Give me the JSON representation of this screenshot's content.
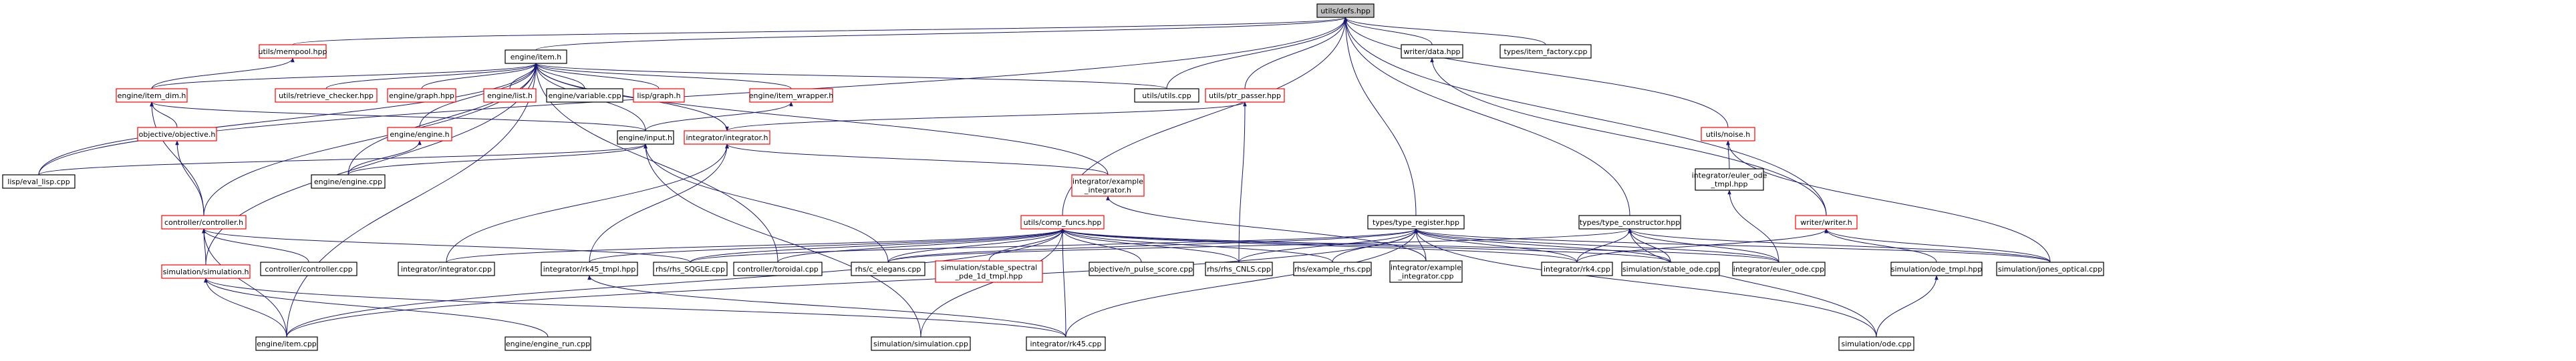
{
  "colors": {
    "edge": "#191970",
    "node_border_missing": "#ff0000",
    "node_border_normal": "#000000",
    "root_fill": "#bfbfbf",
    "node_fill": "#ffffff",
    "text": "#000000"
  },
  "nodes": [
    {
      "id": "defs",
      "label": "utils/defs.hpp",
      "kind": "root"
    },
    {
      "id": "mempool",
      "label": "utils/mempool.hpp",
      "kind": "missing"
    },
    {
      "id": "item_h",
      "label": "engine/item.h",
      "kind": "normal"
    },
    {
      "id": "writer_data",
      "label": "writer/data.hpp",
      "kind": "normal"
    },
    {
      "id": "item_factory",
      "label": "types/item_factory.cpp",
      "kind": "normal"
    },
    {
      "id": "item_dim",
      "label": "engine/item_dim.h",
      "kind": "missing"
    },
    {
      "id": "retrieve_checker",
      "label": "utils/retrieve_checker.hpp",
      "kind": "missing"
    },
    {
      "id": "graph_hpp",
      "label": "engine/graph.hpp",
      "kind": "missing"
    },
    {
      "id": "list_h",
      "label": "engine/list.h",
      "kind": "missing"
    },
    {
      "id": "variable_cpp",
      "label": "engine/variable.cpp",
      "kind": "normal"
    },
    {
      "id": "lisp_graph",
      "label": "lisp/graph.h",
      "kind": "missing"
    },
    {
      "id": "item_wrapper",
      "label": "engine/item_wrapper.h",
      "kind": "missing"
    },
    {
      "id": "utils_cpp",
      "label": "utils/utils.cpp",
      "kind": "normal"
    },
    {
      "id": "ptr_passer",
      "label": "utils/ptr_passer.hpp",
      "kind": "missing"
    },
    {
      "id": "noise",
      "label": "utils/noise.h",
      "kind": "missing"
    },
    {
      "id": "objective",
      "label": "objective/objective.h",
      "kind": "missing"
    },
    {
      "id": "engine_h",
      "label": "engine/engine.h",
      "kind": "missing"
    },
    {
      "id": "input_h",
      "label": "engine/input.h",
      "kind": "normal"
    },
    {
      "id": "integrator_h",
      "label": "integrator/integrator.h",
      "kind": "missing"
    },
    {
      "id": "eval_lisp",
      "label": "lisp/eval_lisp.cpp",
      "kind": "normal"
    },
    {
      "id": "engine_cpp",
      "label": "engine/engine.cpp",
      "kind": "normal"
    },
    {
      "id": "controller_h",
      "label": "controller/controller.h",
      "kind": "missing"
    },
    {
      "id": "comp_funcs",
      "label": "utils/comp_funcs.hpp",
      "kind": "missing"
    },
    {
      "id": "integ_example",
      "label": "integrator/example\n_integrator.h",
      "kind": "missing"
    },
    {
      "id": "type_register",
      "label": "types/type_register.hpp",
      "kind": "normal"
    },
    {
      "id": "type_constructor",
      "label": "types/type_constructor.hpp",
      "kind": "normal"
    },
    {
      "id": "euler_ode_tmpl",
      "label": "integrator/euler_ode\n_tmpl.hpp",
      "kind": "normal"
    },
    {
      "id": "writer_h",
      "label": "writer/writer.h",
      "kind": "missing"
    },
    {
      "id": "simulation_h",
      "label": "simulation/simulation.h",
      "kind": "missing"
    },
    {
      "id": "controller_cpp",
      "label": "controller/controller.cpp",
      "kind": "normal"
    },
    {
      "id": "integrator_cpp",
      "label": "integrator/integrator.cpp",
      "kind": "normal"
    },
    {
      "id": "rk45_tmpl",
      "label": "integrator/rk45_tmpl.hpp",
      "kind": "normal"
    },
    {
      "id": "rhs_sqgle",
      "label": "rhs/rhs_SQGLE.cpp",
      "kind": "normal"
    },
    {
      "id": "toroidal",
      "label": "controller/toroidal.cpp",
      "kind": "normal"
    },
    {
      "id": "c_elegans",
      "label": "rhs/c_elegans.cpp",
      "kind": "normal"
    },
    {
      "id": "stable_spectral",
      "label": "simulation/stable_spectral\n_pde_1d_tmpl.hpp",
      "kind": "missing"
    },
    {
      "id": "n_pulse",
      "label": "objective/n_pulse_score.cpp",
      "kind": "normal"
    },
    {
      "id": "rhs_cnls",
      "label": "rhs/rhs_CNLS.cpp",
      "kind": "normal"
    },
    {
      "id": "example_rhs",
      "label": "rhs/example_rhs.cpp",
      "kind": "normal"
    },
    {
      "id": "example_integ_cpp",
      "label": "integrator/example\n_integrator.cpp",
      "kind": "normal"
    },
    {
      "id": "rk4_cpp",
      "label": "integrator/rk4.cpp",
      "kind": "normal"
    },
    {
      "id": "stable_ode",
      "label": "simulation/stable_ode.cpp",
      "kind": "normal"
    },
    {
      "id": "euler_ode",
      "label": "integrator/euler_ode.cpp",
      "kind": "normal"
    },
    {
      "id": "ode_tmpl",
      "label": "simulation/ode_tmpl.hpp",
      "kind": "normal"
    },
    {
      "id": "jones",
      "label": "simulation/jones_optical.cpp",
      "kind": "normal"
    },
    {
      "id": "item_cpp",
      "label": "engine/item.cpp",
      "kind": "normal"
    },
    {
      "id": "engine_run",
      "label": "engine/engine_run.cpp",
      "kind": "normal"
    },
    {
      "id": "simulation_cpp",
      "label": "simulation/simulation.cpp",
      "kind": "normal"
    },
    {
      "id": "rk45_cpp",
      "label": "integrator/rk45.cpp",
      "kind": "normal"
    },
    {
      "id": "ode_cpp",
      "label": "simulation/ode.cpp",
      "kind": "normal"
    }
  ],
  "edges": [
    [
      "mempool",
      "defs"
    ],
    [
      "item_h",
      "defs"
    ],
    [
      "writer_data",
      "defs"
    ],
    [
      "item_factory",
      "defs"
    ],
    [
      "utils_cpp",
      "defs"
    ],
    [
      "ptr_passer",
      "defs"
    ],
    [
      "noise",
      "defs"
    ],
    [
      "comp_funcs",
      "defs"
    ],
    [
      "type_register",
      "defs"
    ],
    [
      "type_constructor",
      "defs"
    ],
    [
      "writer_h",
      "defs"
    ],
    [
      "eval_lisp",
      "defs"
    ],
    [
      "item_dim",
      "mempool"
    ],
    [
      "item_dim",
      "item_h"
    ],
    [
      "retrieve_checker",
      "item_h"
    ],
    [
      "graph_hpp",
      "item_h"
    ],
    [
      "list_h",
      "item_h"
    ],
    [
      "variable_cpp",
      "item_h"
    ],
    [
      "lisp_graph",
      "item_h"
    ],
    [
      "item_wrapper",
      "item_h"
    ],
    [
      "utils_cpp",
      "item_h"
    ],
    [
      "engine_h",
      "item_h"
    ],
    [
      "input_h",
      "item_h"
    ],
    [
      "integrator_h",
      "item_h"
    ],
    [
      "eval_lisp",
      "item_h"
    ],
    [
      "controller_h",
      "item_h"
    ],
    [
      "simulation_h",
      "item_h"
    ],
    [
      "toroidal",
      "item_h"
    ],
    [
      "item_cpp",
      "item_h"
    ],
    [
      "engine_cpp",
      "item_h"
    ],
    [
      "integ_example",
      "item_h"
    ],
    [
      "objective",
      "item_dim"
    ],
    [
      "controller_h",
      "item_dim"
    ],
    [
      "input_h",
      "item_dim"
    ],
    [
      "controller_h",
      "objective"
    ],
    [
      "input_h",
      "item_wrapper"
    ],
    [
      "engine_cpp",
      "engine_h"
    ],
    [
      "eval_lisp",
      "input_h"
    ],
    [
      "engine_cpp",
      "input_h"
    ],
    [
      "c_elegans",
      "input_h"
    ],
    [
      "simulation_cpp",
      "input_h"
    ],
    [
      "integ_example",
      "integrator_h"
    ],
    [
      "integrator_cpp",
      "integrator_h"
    ],
    [
      "rk45_tmpl",
      "integrator_h"
    ],
    [
      "ptr_passer",
      "integrator_h"
    ],
    [
      "rhs_cnls",
      "ptr_passer"
    ],
    [
      "controller_cpp",
      "controller_h"
    ],
    [
      "simulation_h",
      "controller_h"
    ],
    [
      "item_cpp",
      "controller_h"
    ],
    [
      "rhs_sqgle",
      "controller_h"
    ],
    [
      "item_cpp",
      "simulation_h"
    ],
    [
      "engine_run",
      "simulation_h"
    ],
    [
      "rk45_cpp",
      "simulation_h"
    ],
    [
      "integrator_cpp",
      "comp_funcs"
    ],
    [
      "rk45_tmpl",
      "comp_funcs"
    ],
    [
      "rhs_sqgle",
      "comp_funcs"
    ],
    [
      "toroidal",
      "comp_funcs"
    ],
    [
      "c_elegans",
      "comp_funcs"
    ],
    [
      "stable_spectral",
      "comp_funcs"
    ],
    [
      "n_pulse",
      "comp_funcs"
    ],
    [
      "rhs_cnls",
      "comp_funcs"
    ],
    [
      "example_rhs",
      "comp_funcs"
    ],
    [
      "rk4_cpp",
      "comp_funcs"
    ],
    [
      "stable_ode",
      "comp_funcs"
    ],
    [
      "euler_ode",
      "comp_funcs"
    ],
    [
      "rk45_cpp",
      "comp_funcs"
    ],
    [
      "item_cpp",
      "comp_funcs"
    ],
    [
      "simulation_cpp",
      "comp_funcs"
    ],
    [
      "example_integ_cpp",
      "integ_example"
    ],
    [
      "rhs_sqgle",
      "type_register"
    ],
    [
      "c_elegans",
      "type_register"
    ],
    [
      "rhs_cnls",
      "type_register"
    ],
    [
      "example_rhs",
      "type_register"
    ],
    [
      "example_integ_cpp",
      "type_register"
    ],
    [
      "rk4_cpp",
      "type_register"
    ],
    [
      "stable_ode",
      "type_register"
    ],
    [
      "euler_ode",
      "type_register"
    ],
    [
      "jones",
      "type_register"
    ],
    [
      "item_cpp",
      "type_register"
    ],
    [
      "rk45_cpp",
      "type_register"
    ],
    [
      "ode_cpp",
      "type_register"
    ],
    [
      "rk4_cpp",
      "type_constructor"
    ],
    [
      "stable_ode",
      "type_constructor"
    ],
    [
      "euler_ode",
      "type_constructor"
    ],
    [
      "jones",
      "type_constructor"
    ],
    [
      "ode_cpp",
      "type_constructor"
    ],
    [
      "c_elegans",
      "type_constructor"
    ],
    [
      "euler_ode_tmpl",
      "noise"
    ],
    [
      "jones",
      "noise"
    ],
    [
      "euler_ode",
      "euler_ode_tmpl"
    ],
    [
      "writer_h",
      "writer_data"
    ],
    [
      "ode_tmpl",
      "writer_h"
    ],
    [
      "jones",
      "writer_h"
    ],
    [
      "rk4_cpp",
      "writer_h"
    ],
    [
      "ode_cpp",
      "ode_tmpl"
    ],
    [
      "rk45_cpp",
      "rk45_tmpl"
    ]
  ]
}
